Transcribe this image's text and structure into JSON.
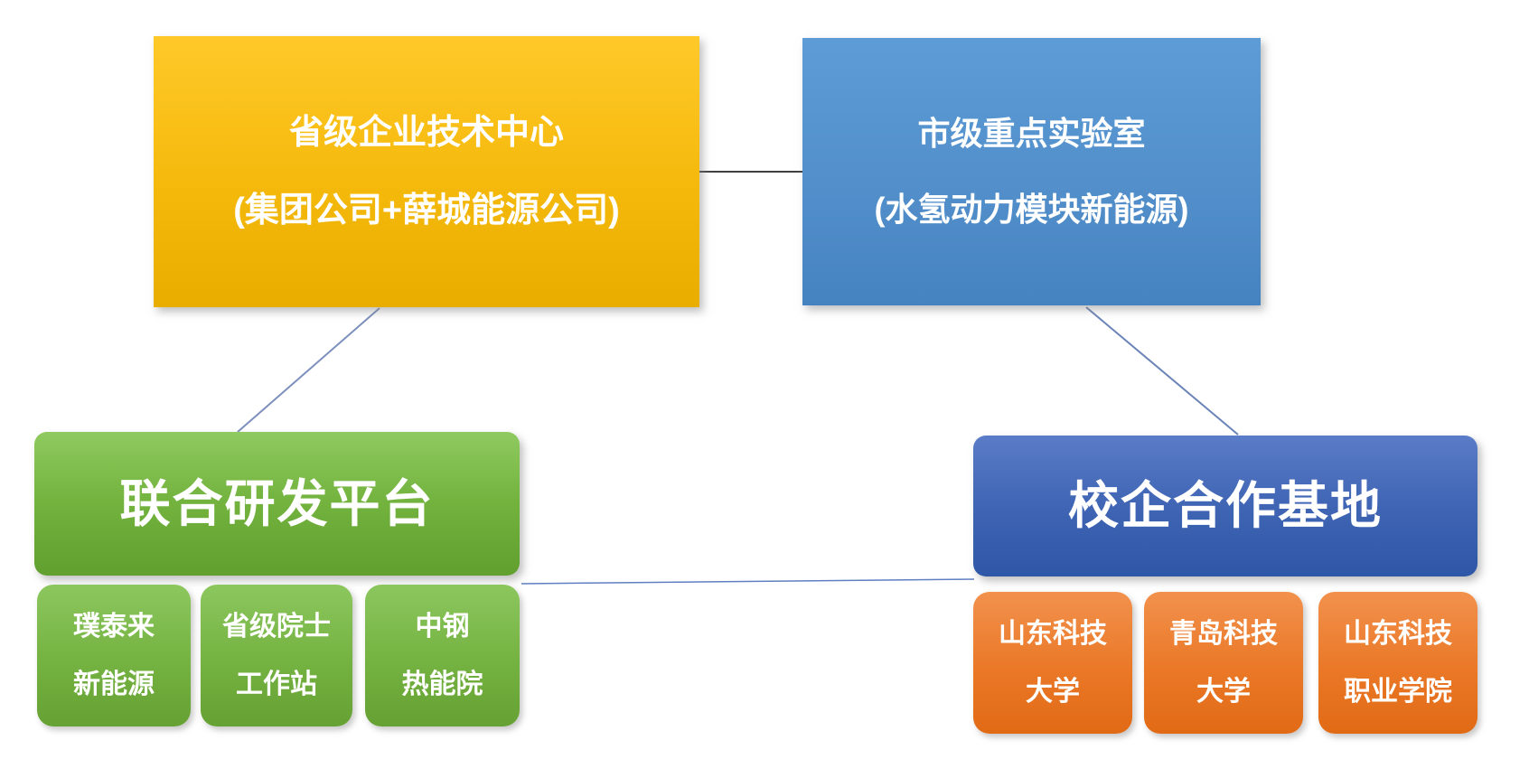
{
  "diagram": {
    "title_hint": "corporate R&D platform relationship diagram",
    "nodes": {
      "provincial_center": {
        "line1": "省级企业技术中心",
        "line2": "(集团公司+薛城能源公司)"
      },
      "municipal_lab": {
        "line1": "市级重点实验室",
        "line2": "(水氢动力模块新能源)"
      },
      "joint_rd_platform": {
        "label": "联合研发平台"
      },
      "school_enterprise_base": {
        "label": "校企合作基地"
      },
      "rd_partners": [
        {
          "line1": "璞泰来",
          "line2": "新能源"
        },
        {
          "line1": "省级院士",
          "line2": "工作站"
        },
        {
          "line1": "中钢",
          "line2": "热能院"
        }
      ],
      "universities": [
        {
          "line1": "山东科技",
          "line2": "大学"
        },
        {
          "line1": "青岛科技",
          "line2": "大学"
        },
        {
          "line1": "山东科技",
          "line2": "职业学院"
        }
      ]
    },
    "colors": {
      "gold_box": "#F2B70D",
      "sky_blue_box": "#4E8CC9",
      "green_box": "#72B23D",
      "royal_blue_box": "#3B61B0",
      "orange_box": "#EA7827",
      "text": "#FFFFFF",
      "connector_dark": "#404040",
      "connector_blue": "#6E87BC",
      "background": "#FFFFFF"
    }
  }
}
